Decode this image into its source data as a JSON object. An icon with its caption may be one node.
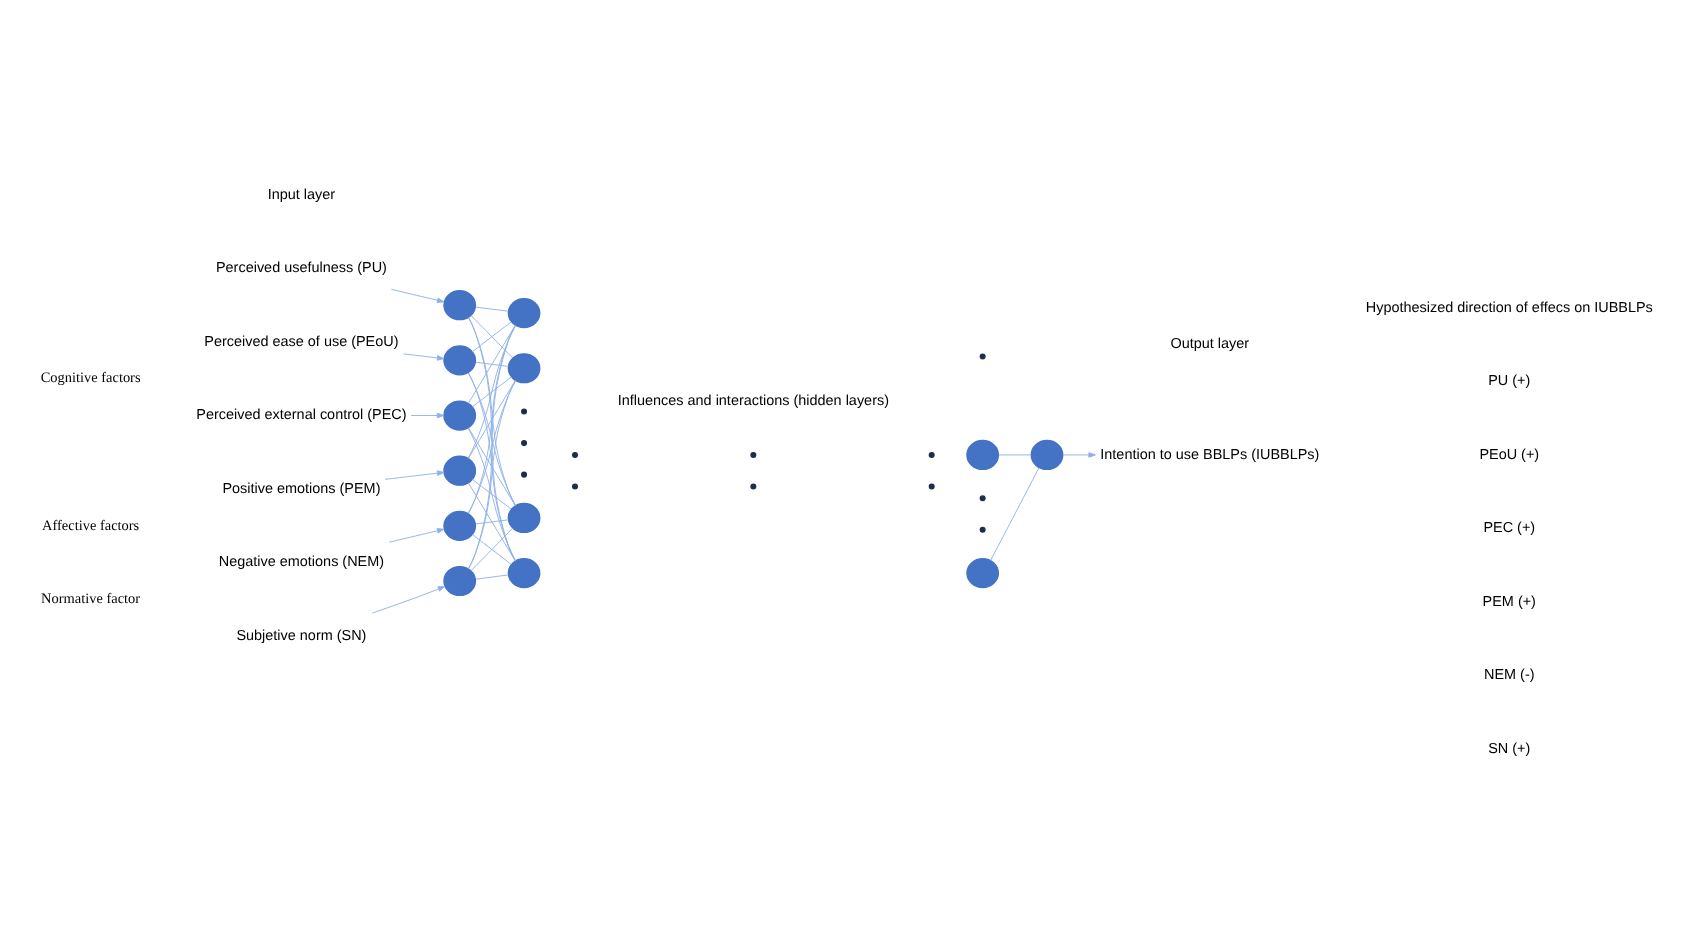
{
  "diagram": {
    "nodes": [
      {
        "text": [
          "Perceived usefulness (PU)"
        ]
      },
      {
        "text": [
          "Perceived ease of use (PEoU)"
        ]
      },
      {
        "text": [
          "Perceived external control (PEC)"
        ]
      },
      {
        "text": [
          "Positive emotions (PEM)"
        ]
      },
      {
        "text": [
          "Negative emotions (NEM)"
        ]
      },
      {
        "text": [
          "Subjetive norm (SN)"
        ]
      },
      {
        "text": [],
        "shape": "circle"
      },
      {
        "text": [],
        "shape": "circle"
      },
      {
        "text": [],
        "shape": "circle"
      },
      {
        "text": [],
        "shape": "circle"
      },
      {
        "text": [],
        "shape": "circle"
      },
      {
        "text": [],
        "shape": "circle"
      },
      {
        "text": [],
        "shape": "circle"
      },
      {
        "text": [],
        "shape": "circle"
      },
      {
        "text": [],
        "shape": "circle"
      },
      {
        "text": [],
        "shape": "circle"
      },
      {
        "text": [],
        "shape": "circle"
      },
      {
        "text": [],
        "shape": "circle"
      },
      {
        "text": [],
        "shape": "circle"
      },
      {
        "text": [
          "Intention to use BBLPs (IUBBLPs)"
        ]
      }
    ],
    "edges": [
      {
        "from": 0,
        "to": 6,
        "arrow": "to"
      },
      {
        "from": 1,
        "to": 7,
        "arrow": "to"
      },
      {
        "from": 2,
        "to": 8,
        "arrow": "to"
      },
      {
        "from": 3,
        "to": 9,
        "arrow": "to"
      },
      {
        "from": 4,
        "to": 10,
        "arrow": "to"
      },
      {
        "from": 5,
        "to": 11,
        "arrow": "to"
      },
      {
        "from": 6,
        "to": 12,
        "arrow": "none"
      },
      {
        "from": 6,
        "to": 13,
        "arrow": "none"
      },
      {
        "from": 6,
        "to": 14,
        "arrow": "none"
      },
      {
        "from": 6,
        "to": 15,
        "arrow": "none"
      },
      {
        "from": 7,
        "to": 12,
        "arrow": "none"
      },
      {
        "from": 7,
        "to": 13,
        "arrow": "none"
      },
      {
        "from": 7,
        "to": 14,
        "arrow": "none"
      },
      {
        "from": 7,
        "to": 15,
        "arrow": "none"
      },
      {
        "from": 8,
        "to": 12,
        "arrow": "none"
      },
      {
        "from": 8,
        "to": 13,
        "arrow": "none"
      },
      {
        "from": 8,
        "to": 14,
        "arrow": "none"
      },
      {
        "from": 8,
        "to": 15,
        "arrow": "none"
      },
      {
        "from": 9,
        "to": 12,
        "arrow": "none"
      },
      {
        "from": 9,
        "to": 13,
        "arrow": "none"
      },
      {
        "from": 9,
        "to": 14,
        "arrow": "none"
      },
      {
        "from": 9,
        "to": 15,
        "arrow": "none"
      },
      {
        "from": 10,
        "to": 12,
        "arrow": "none"
      },
      {
        "from": 10,
        "to": 13,
        "arrow": "none"
      },
      {
        "from": 10,
        "to": 14,
        "arrow": "none"
      },
      {
        "from": 10,
        "to": 15,
        "arrow": "none"
      },
      {
        "from": 11,
        "to": 12,
        "arrow": "none"
      },
      {
        "from": 11,
        "to": 13,
        "arrow": "none"
      },
      {
        "from": 11,
        "to": 14,
        "arrow": "none"
      },
      {
        "from": 11,
        "to": 15,
        "arrow": "none"
      },
      {
        "from": 16,
        "to": 18,
        "arrow": "none"
      },
      {
        "from": 17,
        "to": 18,
        "arrow": "none"
      },
      {
        "from": 18,
        "to": 19,
        "arrow": "to"
      }
    ],
    "labels": [
      "Input layer",
      "Influences and interactions (hidden layers)",
      "Output layer",
      "Hypothesized direction of effecs on IUBBLPs",
      "Cognitive factors",
      "Affective factors",
      "Normative factor",
      "PU (+)",
      "PEoU (+)",
      "PEC (+)",
      "PEM (+)",
      "NEM (-)",
      "SN (+)"
    ]
  }
}
